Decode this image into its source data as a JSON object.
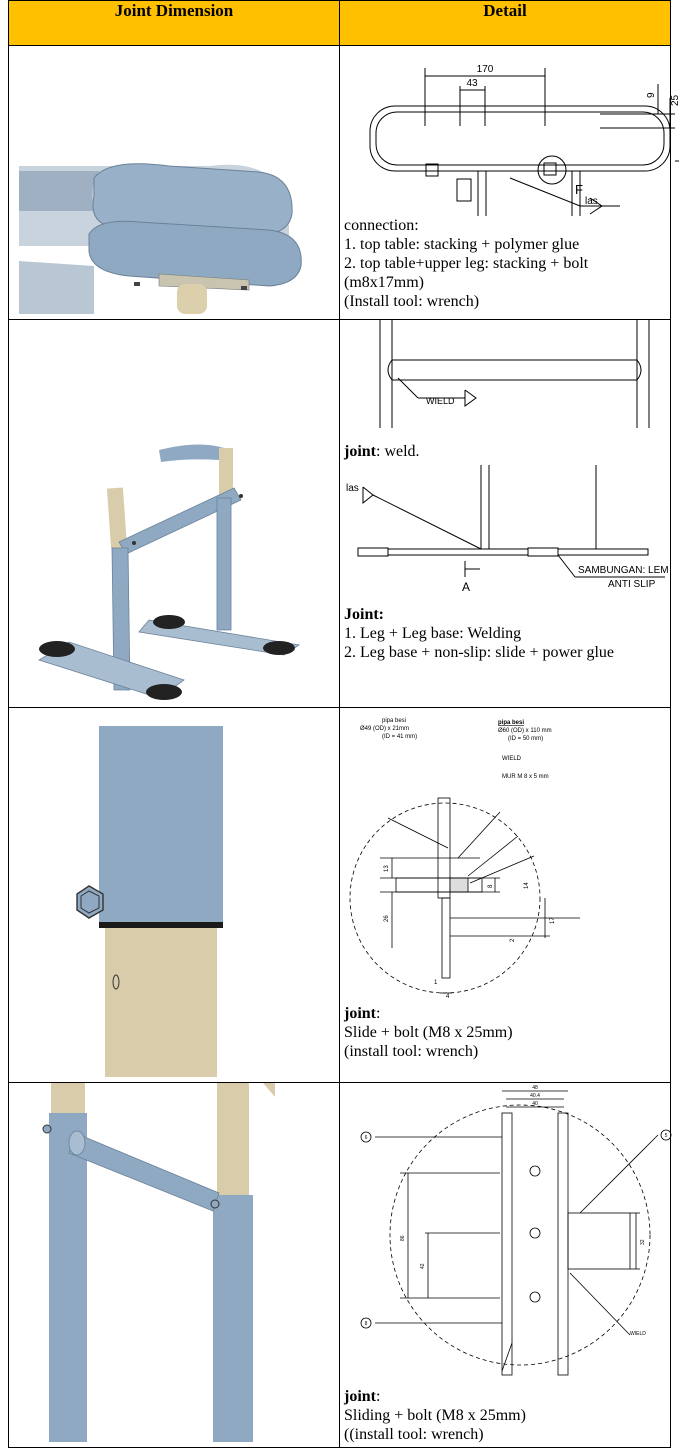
{
  "table": {
    "headers": [
      "Joint Dimension",
      "Detail"
    ]
  },
  "rows": [
    {
      "figure_labels": {
        "dim_width": "170",
        "dim_inner": "43",
        "dim_9": "9",
        "dim_25": "25",
        "mark_f": "F",
        "weld": "las"
      },
      "caption_title": "connection:",
      "lines": [
        "1. top table: stacking + polymer glue",
        "2. top table+upper leg: stacking + bolt (m8x17mm)",
        "(Install tool: wrench)"
      ]
    },
    {
      "figure_labels": {
        "weld_top": "WIELD",
        "weld_las": "las",
        "mark_a": "A",
        "sambungan": "SAMBUNGAN: LEM",
        "anti_slip": "ANTI SLIP"
      },
      "joint_label": "joint",
      "joint_text": ": weld.",
      "caption_title": "Joint:",
      "lines": [
        "1. Leg + Leg base: Welding",
        "2. Leg base + non-slip: slide + power glue"
      ]
    },
    {
      "figure_labels": {
        "pipe_left_title": "pipa besi",
        "pipe_left_spec": "Ø49 (OD) x 21mm",
        "pipe_left_id": "(ID = 41 mm)",
        "pipe_right_title": "pipa besi",
        "pipe_right_spec": "Ø60 (OD) x 110 mm",
        "pipe_right_id": "(ID = 50 mm)",
        "weld": "WIELD",
        "nut": "MUR M 8 x 5 mm",
        "d13": "13",
        "d8": "8",
        "d14": "14",
        "d26": "26",
        "d17": "17",
        "d2": "2",
        "d1": "1",
        "d4": "4"
      },
      "joint_label": "joint",
      "joint_text": ":",
      "lines": [
        "Slide + bolt (M8 x 25mm)",
        "(install tool: wrench)"
      ]
    },
    {
      "figure_labels": {
        "c6": "6",
        "c5": "5",
        "c8": "8",
        "d48": "48",
        "d404": "40.4",
        "d40": "40",
        "d86": "86",
        "d42": "42",
        "d32": "32",
        "weld": "WIELD"
      },
      "joint_label": "joint",
      "joint_text": ":",
      "lines": [
        "Sliding + bolt  (M8 x 25mm)",
        "((install tool: wrench)"
      ]
    }
  ],
  "colors": {
    "header": "#ffc000",
    "steel_blue": "#8fa9c3",
    "beige_tube": "#d9ccaa"
  }
}
